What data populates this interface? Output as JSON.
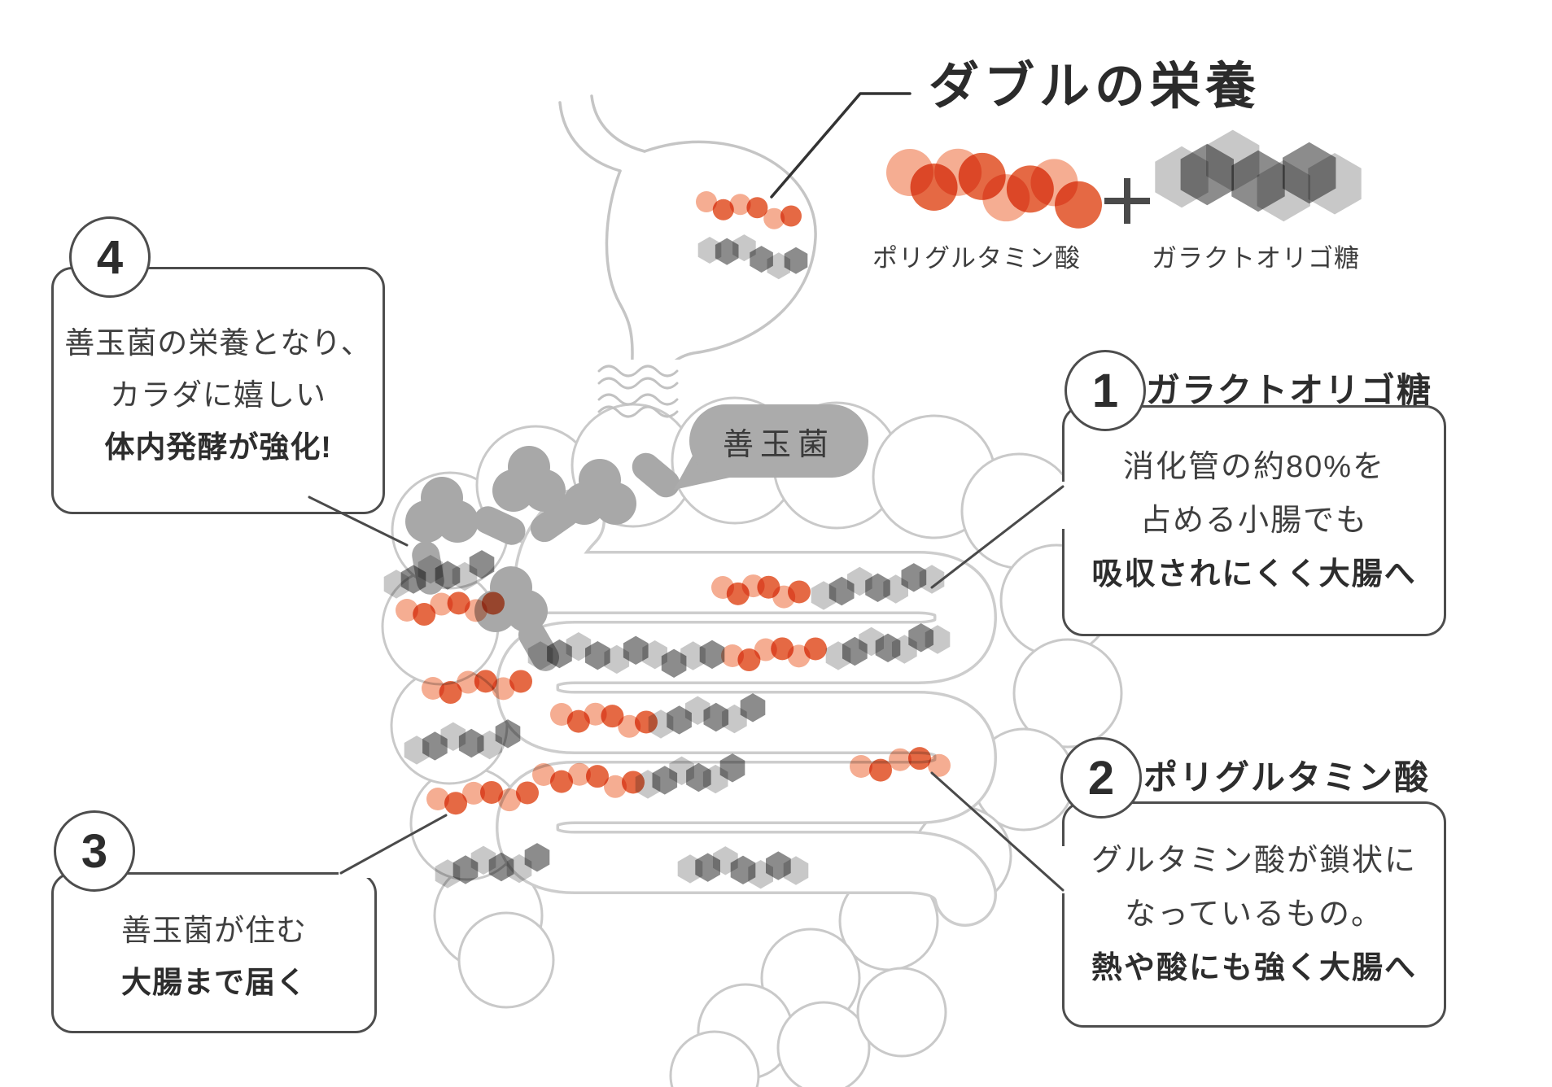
{
  "title": "ダブルの栄養",
  "legend": {
    "polyglutamic_label": "ポリグルタミン酸",
    "oligosaccharide_label": "ガラクトオリゴ糖"
  },
  "bubble_label": "善玉菌",
  "callouts": {
    "c1": {
      "number": "1",
      "heading": "ガラクトオリゴ糖",
      "line1": "消化管の約80%を",
      "line2": "占める小腸でも",
      "line3": "吸収されにくく大腸へ"
    },
    "c2": {
      "number": "2",
      "heading": "ポリグルタミン酸",
      "line1": "グルタミン酸が鎖状に",
      "line2": "なっているもの。",
      "line3": "熱や酸にも強く大腸へ"
    },
    "c3": {
      "number": "3",
      "line1": "善玉菌が住む",
      "line2": "大腸まで届く"
    },
    "c4": {
      "number": "4",
      "line1": "善玉菌の栄養となり、",
      "line2": "カラダに嬉しい",
      "line3": "体内発酵が強化!"
    }
  },
  "colors": {
    "orange_dark": "#e56944",
    "orange_light": "#f5ad92",
    "hex_dark": "#8c8c8c",
    "hex_light": "#c8c8c8",
    "bacteria_gray": "#a8a8a8",
    "bubble_gray": "#ababab",
    "intestine_outline": "#c9c9c9",
    "stomach_outline": "#c5c5c5",
    "line_dark": "#4a4a4a"
  }
}
